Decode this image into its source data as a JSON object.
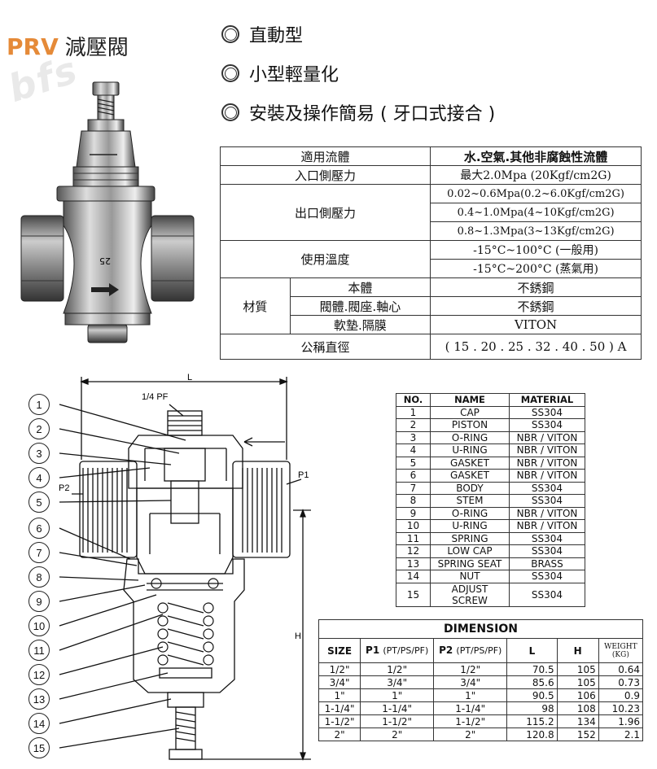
{
  "title": {
    "code": "PRV",
    "name": "減壓閥"
  },
  "watermark": "bfs",
  "features": [
    "直動型",
    "小型輕量化",
    "安裝及操作簡易 ( 牙口式接合 )"
  ],
  "photo": {
    "marking": "25"
  },
  "spec": {
    "fluid_label": "適用流體",
    "fluid_value": "水.空氣.其他非腐蝕性流體",
    "inlet_label": "入口側壓力",
    "inlet_value": "最大2.0Mpa (20Kgf/cm2G)",
    "outlet_label": "出口側壓力",
    "outlet_values": [
      "0.02~0.6Mpa(0.2~6.0Kgf/cm2G)",
      "0.4~1.0Mpa(4~10Kgf/cm2G)",
      "0.8~1.3Mpa(3~13Kgf/cm2G)"
    ],
    "temp_label": "使用溫度",
    "temp_values": [
      "-15°C~100°C (一般用)",
      "-15°C~200°C (蒸氣用)"
    ],
    "material_label": "材質",
    "materials": [
      {
        "part": "本體",
        "value": "不銹鋼"
      },
      {
        "part": "閥體.閥座.軸心",
        "value": "不銹鋼"
      },
      {
        "part": "軟墊.隔膜",
        "value": "VITON"
      }
    ],
    "nominal_label": "公稱直徑",
    "nominal_value": "( 15 . 20 . 25 . 32 . 40 . 50 ) A"
  },
  "drawing": {
    "dim_L": "L",
    "dim_H": "H",
    "port_top": "1/4 PF",
    "p1": "P1",
    "p2": "P2",
    "callouts": [
      "1",
      "2",
      "3",
      "4",
      "5",
      "6",
      "7",
      "8",
      "9",
      "10",
      "11",
      "12",
      "13",
      "14",
      "15"
    ]
  },
  "parts": {
    "headers": [
      "NO.",
      "NAME",
      "MATERIAL"
    ],
    "rows": [
      [
        "1",
        "CAP",
        "SS304"
      ],
      [
        "2",
        "PISTON",
        "SS304"
      ],
      [
        "3",
        "O-RING",
        "NBR / VITON"
      ],
      [
        "4",
        "U-RING",
        "NBR / VITON"
      ],
      [
        "5",
        "GASKET",
        "NBR / VITON"
      ],
      [
        "6",
        "GASKET",
        "NBR / VITON"
      ],
      [
        "7",
        "BODY",
        "SS304"
      ],
      [
        "8",
        "STEM",
        "SS304"
      ],
      [
        "9",
        "O-RING",
        "NBR / VITON"
      ],
      [
        "10",
        "U-RING",
        "NBR / VITON"
      ],
      [
        "11",
        "SPRING",
        "SS304"
      ],
      [
        "12",
        "LOW CAP",
        "SS304"
      ],
      [
        "13",
        "SPRING SEAT",
        "BRASS"
      ],
      [
        "14",
        "NUT",
        "SS304"
      ],
      [
        "15",
        "ADJUST SCREW",
        "SS304"
      ]
    ]
  },
  "dimension": {
    "title": "DIMENSION",
    "headers": {
      "size": "SIZE",
      "p1": "P1",
      "p1_unit": "(PT/PS/PF)",
      "p2": "P2",
      "p2_unit": "(PT/PS/PF)",
      "l": "L",
      "h": "H",
      "weight": "WEIGHT",
      "weight_unit": "(KG)"
    },
    "rows": [
      [
        "1/2\"",
        "1/2\"",
        "1/2\"",
        "70.5",
        "105",
        "0.64"
      ],
      [
        "3/4\"",
        "3/4\"",
        "3/4\"",
        "85.6",
        "105",
        "0.73"
      ],
      [
        "1\"",
        "1\"",
        "1\"",
        "90.5",
        "106",
        "0.9"
      ],
      [
        "1-1/4\"",
        "1-1/4\"",
        "1-1/4\"",
        "98",
        "108",
        "10.23"
      ],
      [
        "1-1/2\"",
        "1-1/2\"",
        "1-1/2\"",
        "115.2",
        "134",
        "1.96"
      ],
      [
        "2\"",
        "2\"",
        "2\"",
        "120.8",
        "152",
        "2.1"
      ]
    ]
  }
}
